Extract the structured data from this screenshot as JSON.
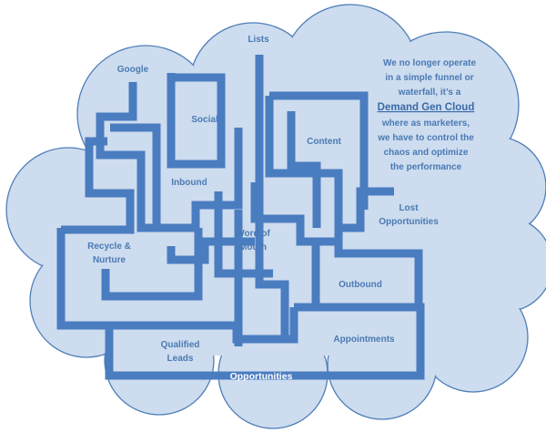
{
  "colors": {
    "cloud_fill": "#cddcee",
    "cloud_stroke": "#4f7fb8",
    "maze": "#4a7cc0",
    "text": "#4a7ab4"
  },
  "labels": {
    "lists": "Lists",
    "google": "Google",
    "social": "Social",
    "content": "Content",
    "inbound": "Inbound",
    "lost_1": "Lost",
    "lost_2": "Opportunities",
    "recycle_1": "Recycle &",
    "recycle_2": "Nurture",
    "wom_1": "Word of",
    "wom_2": "Mouth",
    "outbound": "Outbound",
    "qualified_1": "Qualified",
    "qualified_2": "Leads",
    "appointments": "Appointments",
    "opportunities": "Opportunities"
  },
  "note": {
    "line1": "We no longer operate",
    "line2": "in a simple funnel or",
    "line3": "waterfall, it’s a",
    "highlight": "Demand Gen Cloud",
    "line5": "where as marketers,",
    "line6": "we have to control the",
    "line7": "chaos and optimize",
    "line8": "the performance"
  }
}
